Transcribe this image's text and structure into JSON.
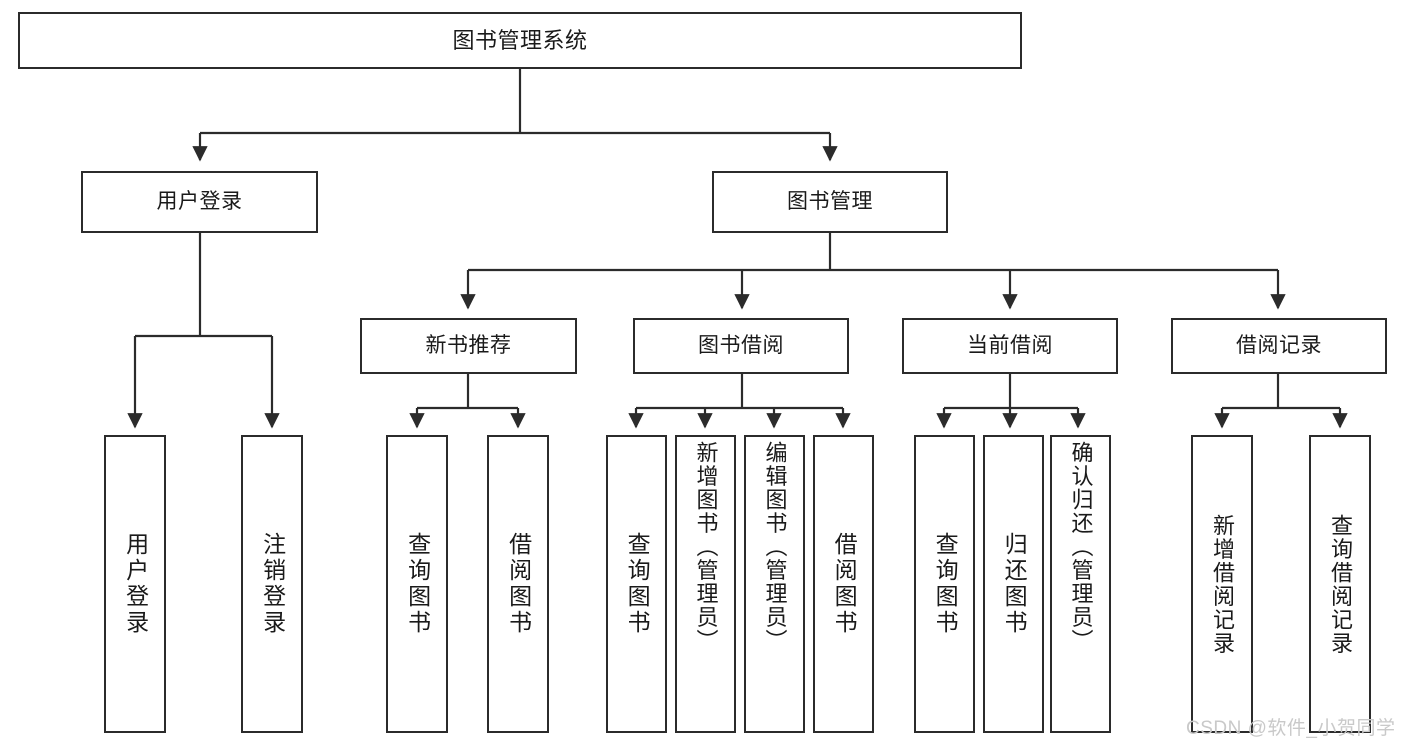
{
  "diagram": {
    "title": "图书管理系统",
    "type": "tree-hierarchy-chart",
    "watermark": "CSDN @软件_小贺同学",
    "colors": {
      "node_border": "#2b2b2b",
      "node_fill": "#ffffff",
      "edge": "#2b2b2b",
      "text": "#1a1a1a",
      "watermark": "#c9c9c9",
      "background": "#ffffff"
    },
    "nodes": {
      "root": {
        "label": "图书管理系统"
      },
      "level1": [
        {
          "label": "用户登录"
        },
        {
          "label": "图书管理"
        }
      ],
      "level2": [
        {
          "label": "新书推荐"
        },
        {
          "label": "图书借阅"
        },
        {
          "label": "当前借阅"
        },
        {
          "label": "借阅记录"
        }
      ],
      "leaves_user_login": [
        {
          "label": "用户登录"
        },
        {
          "label": "注销登录"
        }
      ],
      "leaves_new_book": [
        {
          "label": "查询图书"
        },
        {
          "label": "借阅图书"
        }
      ],
      "leaves_borrow": [
        {
          "label": "查询图书"
        },
        {
          "label": "新增图书（管理员）"
        },
        {
          "label": "编辑图书（管理员）"
        },
        {
          "label": "借阅图书"
        }
      ],
      "leaves_current": [
        {
          "label": "查询图书"
        },
        {
          "label": "归还图书"
        },
        {
          "label": "确认归还（管理员）"
        }
      ],
      "leaves_records": [
        {
          "label": "新增借阅记录"
        },
        {
          "label": "查询借阅记录"
        }
      ]
    }
  }
}
